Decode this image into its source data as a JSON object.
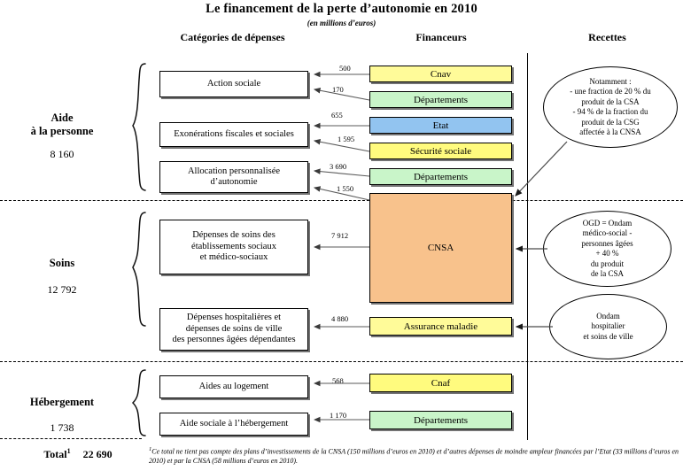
{
  "title": "Le financement de la perte d’autonomie en 2010",
  "subtitle": "(en millions d’euros)",
  "columns": {
    "depenses": "Catégories de dépenses",
    "financeurs": "Financeurs",
    "recettes": "Recettes"
  },
  "sections": [
    {
      "label_line1": "Aide",
      "label_line2": "à la personne",
      "amount": "8 160"
    },
    {
      "label_line1": "Soins",
      "label_line2": "",
      "amount": "12 792"
    },
    {
      "label_line1": "Hébergement",
      "label_line2": "",
      "amount": "1 738"
    }
  ],
  "total": {
    "label": "Total",
    "sup": "1",
    "amount": "22 690"
  },
  "expenses": [
    {
      "name": "action-sociale",
      "text": "Action sociale"
    },
    {
      "name": "exonerations",
      "text": "Exonérations fiscales et sociales"
    },
    {
      "name": "apa",
      "text": "Allocation personnalisée\nd’autonomie"
    },
    {
      "name": "soins-etablissements",
      "text": "Dépenses de soins des\nétablissements sociaux\net médico-sociaux"
    },
    {
      "name": "hospitalieres",
      "text": "Dépenses hospitalières et\ndépenses de soins de ville\ndes personnes âgées dépendantes"
    },
    {
      "name": "aides-logement",
      "text": "Aides au logement"
    },
    {
      "name": "aide-sociale-hebergement",
      "text": "Aide sociale à l’hébergement"
    }
  ],
  "financeurs": [
    {
      "name": "cnav",
      "text": "Cnav",
      "color": "#FFFB99"
    },
    {
      "name": "departements-1",
      "text": "Départements",
      "color": "#C9F5C9"
    },
    {
      "name": "etat",
      "text": "Etat",
      "color": "#92C4F0"
    },
    {
      "name": "securite-sociale",
      "text": "Sécurité sociale",
      "color": "#FFFB7E"
    },
    {
      "name": "departements-2",
      "text": "Départements",
      "color": "#C9F5C9"
    },
    {
      "name": "cnsa",
      "text": "CNSA",
      "color": "#F8C28C"
    },
    {
      "name": "assurance-maladie",
      "text": "Assurance maladie",
      "color": "#FFFB99"
    },
    {
      "name": "cnaf",
      "text": "Cnaf",
      "color": "#FFFB7E"
    },
    {
      "name": "departements-3",
      "text": "Départements",
      "color": "#C9F5C9"
    }
  ],
  "flows": [
    {
      "name": "flow-cnav-action-sociale",
      "value": "500",
      "from": "cnav",
      "to": "action-sociale"
    },
    {
      "name": "flow-departements-action-sociale",
      "value": "170",
      "from": "departements-1",
      "to": "action-sociale"
    },
    {
      "name": "flow-etat-exonerations",
      "value": "655",
      "from": "etat",
      "to": "exonerations"
    },
    {
      "name": "flow-secu-exonerations",
      "value": "1 595",
      "from": "securite-sociale",
      "to": "exonerations"
    },
    {
      "name": "flow-departements-apa",
      "value": "3 690",
      "from": "departements-2",
      "to": "apa"
    },
    {
      "name": "flow-cnsa-apa",
      "value": "1 550",
      "from": "cnsa",
      "to": "apa"
    },
    {
      "name": "flow-cnsa-soins-etablissements",
      "value": "7 912",
      "from": "cnsa",
      "to": "soins-etablissements"
    },
    {
      "name": "flow-assurance-maladie-hospitalieres",
      "value": "4 880",
      "from": "assurance-maladie",
      "to": "hospitalieres"
    },
    {
      "name": "flow-cnaf-logement",
      "value": "568",
      "from": "cnaf",
      "to": "aides-logement"
    },
    {
      "name": "flow-departements-hebergement",
      "value": "1 170",
      "from": "departements-3",
      "to": "aide-sociale-hebergement"
    }
  ],
  "recettes": [
    {
      "name": "recette-csa-csg",
      "text": "Notamment :\n- une fraction de 20 % du\nproduit de la CSA\n- 94 % de la fraction du\nproduit de la CSG\naffectée à la CNSA"
    },
    {
      "name": "recette-ogd",
      "text": "OGD = Ondam\nmédico-social -\npersonnes âgées\n+ 40 %\ndu produit\nde la CSA"
    },
    {
      "name": "recette-ondam-hospitalier",
      "text": "Ondam\nhospitalier\net soins de ville"
    }
  ],
  "footnote": {
    "sup": "1",
    "text": "Ce total ne tient pas compte des plans d’investissements de la CNSA (150 millions d’euros en 2010) et d’autres dépenses de moindre ampleur financées par l’Etat (33 millions d’euros en 2010) et par la CNSA (58 millions d’euros en 2010)."
  }
}
